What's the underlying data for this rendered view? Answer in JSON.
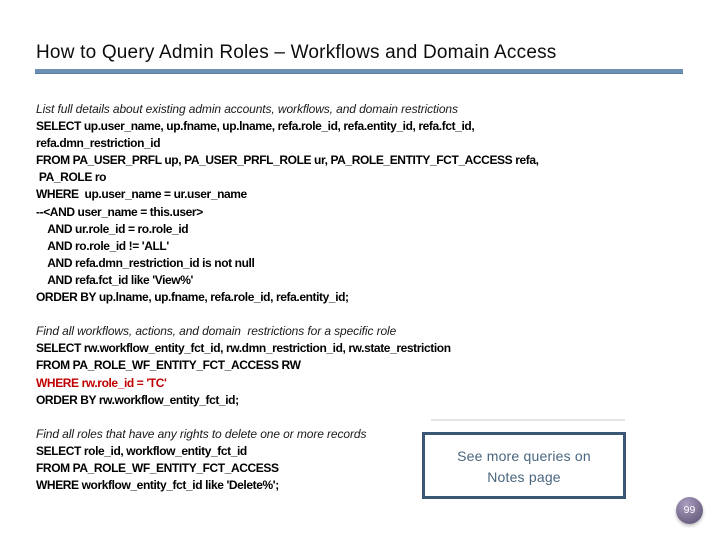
{
  "slide": {
    "title": "How to Query Admin Roles – Workflows and Domain Access",
    "page_number": "99"
  },
  "colors": {
    "title_underline": "#6c8fb4",
    "sql_text": "#000000",
    "sql_highlight_red": "#c00000",
    "callout_border": "#3a5774",
    "callout_text": "#4a667f",
    "badge_fill": "#7b7090"
  },
  "query1": {
    "description": "List full details about existing admin accounts, workflows, and domain restrictions",
    "lines": [
      "SELECT up.user_name, up.fname, up.lname, refa.role_id, refa.entity_id, refa.fct_id,",
      "refa.dmn_restriction_id",
      "FROM PA_USER_PRFL up, PA_USER_PRFL_ROLE ur, PA_ROLE_ENTITY_FCT_ACCESS refa,",
      " PA_ROLE ro",
      "WHERE  up.user_name = ur.user_name",
      "--<AND user_name = this.user>",
      "    AND ur.role_id = ro.role_id",
      "    AND ro.role_id != 'ALL'",
      "    AND refa.dmn_restriction_id is not null",
      "    AND refa.fct_id like 'View%'",
      "ORDER BY up.lname, up.fname, refa.role_id, refa.entity_id;"
    ]
  },
  "query2": {
    "description": "Find all workflows, actions, and domain  restrictions for a specific role",
    "lines": [
      "SELECT rw.workflow_entity_fct_id, rw.dmn_restriction_id, rw.state_restriction",
      "FROM PA_ROLE_WF_ENTITY_FCT_ACCESS RW",
      "WHERE rw.role_id = 'TC'",
      "ORDER BY rw.workflow_entity_fct_id;"
    ]
  },
  "query3": {
    "description": "Find all roles that have any rights to delete one or more records",
    "lines": [
      "SELECT role_id, workflow_entity_fct_id",
      "FROM PA_ROLE_WF_ENTITY_FCT_ACCESS",
      "WHERE workflow_entity_fct_id like 'Delete%';"
    ]
  },
  "callout": {
    "line1": "See more queries on",
    "line2": "Notes page"
  }
}
